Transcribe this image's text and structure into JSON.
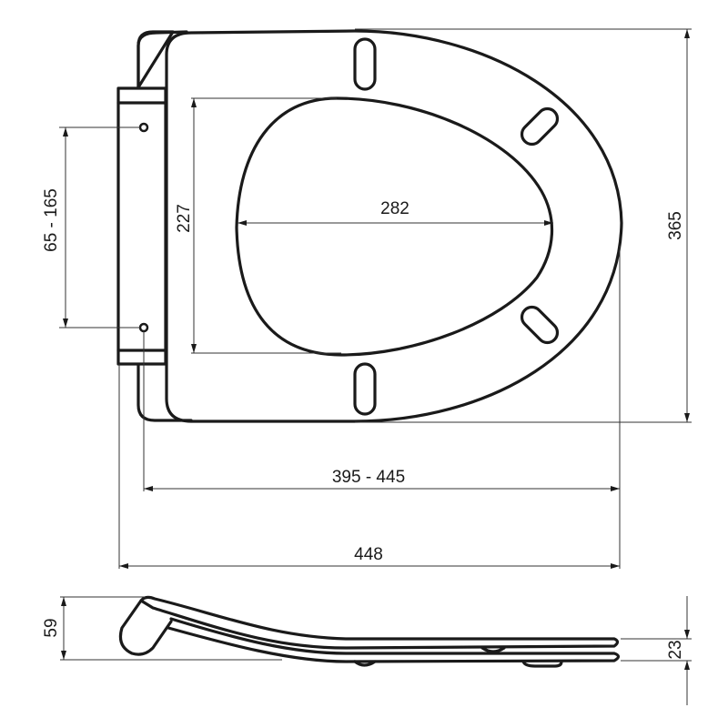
{
  "drawing": {
    "title": "Toilet seat technical dimension drawing",
    "views": [
      "top-view",
      "side-view"
    ],
    "units": "mm"
  },
  "dimensions": {
    "hinge_spacing": "65 - 165",
    "inner_opening_length": "227",
    "inner_opening_width": "282",
    "overall_width": "365",
    "fixing_to_front_length": "395 - 445",
    "overall_length": "448",
    "hinge_height": "59",
    "seat_thickness": "23"
  },
  "colors": {
    "line": "#1a1a1a",
    "background": "#ffffff"
  }
}
